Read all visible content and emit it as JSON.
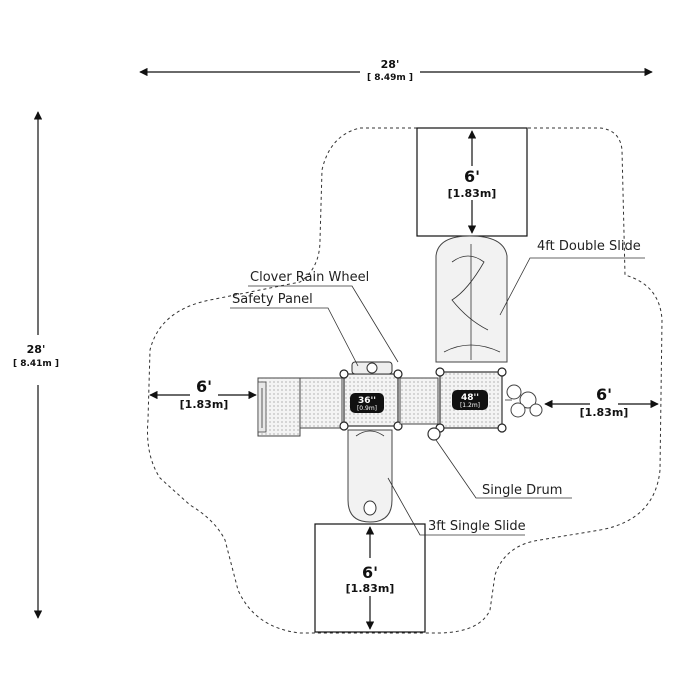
{
  "overall": {
    "width_ft": "28'",
    "width_m": "[ 8.49m ]",
    "depth_ft": "28'",
    "depth_m": "[ 8.41m ]"
  },
  "clearances": {
    "top": {
      "ft": "6'",
      "m": "[1.83m]"
    },
    "bottom": {
      "ft": "6'",
      "m": "[1.83m]"
    },
    "left": {
      "ft": "6'",
      "m": "[1.83m]"
    },
    "right": {
      "ft": "6'",
      "m": "[1.83m]"
    }
  },
  "decks": {
    "left": {
      "height": "36''",
      "metric": "[0.9m]"
    },
    "right": {
      "height": "48''",
      "metric": "[1.2m]"
    }
  },
  "callouts": {
    "double_slide": "4ft Double Slide",
    "rain_wheel": "Clover Rain Wheel",
    "safety_panel": "Safety Panel",
    "single_drum": "Single Drum",
    "single_slide": "3ft Single Slide"
  },
  "colors": {
    "deck_label_bg": "#111111",
    "line": "#111111",
    "panel_fill": "#f2f2f2"
  }
}
